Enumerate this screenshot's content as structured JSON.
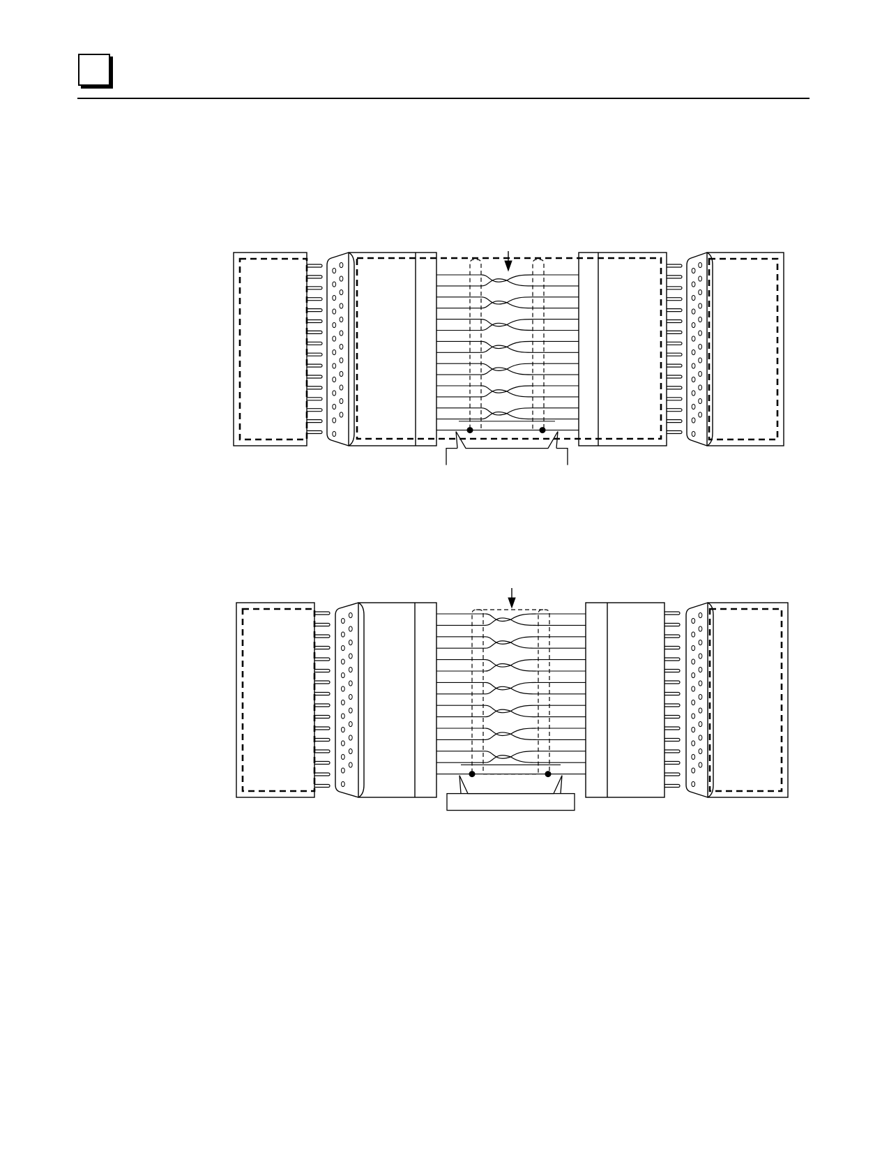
{
  "page": {
    "header_marker": "section-marker-box",
    "line_color": "#000000",
    "background_color": "#ffffff"
  },
  "diagrams": [
    {
      "wire_count": 15,
      "twisted_pairs": 7,
      "connector_pins": 16,
      "bottom_detail": "open-shield-drain"
    },
    {
      "wire_count": 15,
      "twisted_pairs": 7,
      "connector_pins": 16,
      "bottom_detail": "closed-ground-block"
    }
  ]
}
